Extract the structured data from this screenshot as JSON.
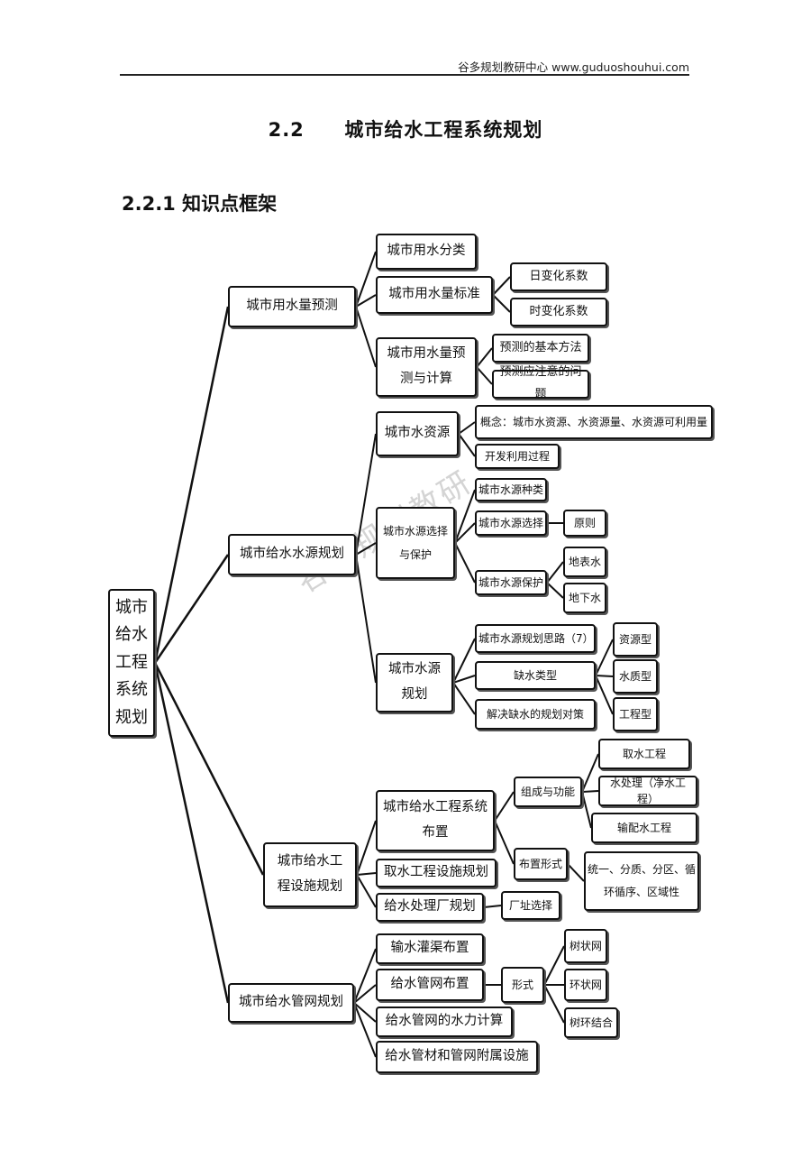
{
  "header": {
    "text": "谷多规划教研中心  www.guduoshouhui.com"
  },
  "title": {
    "number": "2.2",
    "text": "城市给水工程系统规划"
  },
  "subtitle": "2.2.1 知识点框架",
  "watermark": "谷多规划教研",
  "nodes": {
    "root": "城市\n给水\n工程\n系统\n规划",
    "b1": "城市用水量预测",
    "b1_1": "城市用水分类",
    "b1_2": "城市用水量标准",
    "b1_2_1": "日变化系数",
    "b1_2_2": "时变化系数",
    "b1_3": "城市用水量预\n测与计算",
    "b1_3_1": "预测的基本方法",
    "b1_3_2": "预测应注意的问题",
    "b2": "城市给水水源规划",
    "b2_1": "城市水资源",
    "b2_1_1": "概念：城市水资源、水资源量、水资源可利用量",
    "b2_1_2": "开发利用过程",
    "b2_2": "城市水源选择\n与保护",
    "b2_2_1": "城市水源种类",
    "b2_2_2": "城市水源选择",
    "b2_2_2_1": "原则",
    "b2_2_3": "城市水源保护",
    "b2_2_3_1": "地表水",
    "b2_2_3_2": "地下水",
    "b2_3": "城市水源\n规划",
    "b2_3_1": "城市水源规划思路（7）",
    "b2_3_2": "缺水类型",
    "b2_3_2_1": "资源型",
    "b2_3_2_2": "水质型",
    "b2_3_2_3": "工程型",
    "b2_3_3": "解决缺水的规划对策",
    "b3": "城市给水工\n程设施规划",
    "b3_1": "城市给水工程系统\n布置",
    "b3_1_1": "组成与功能",
    "b3_1_1_1": "取水工程",
    "b3_1_1_2": "水处理（净水工程）",
    "b3_1_1_3": "输配水工程",
    "b3_1_2": "布置形式",
    "b3_1_2_1": "统一、分质、分区、循\n环循序、区域性",
    "b3_2": "取水工程设施规划",
    "b3_3": "给水处理厂规划",
    "b3_3_1": "厂址选择",
    "b4": "城市给水管网规划",
    "b4_1": "输水灌渠布置",
    "b4_2": "给水管网布置",
    "b4_2_1": "形式",
    "b4_2_1_1": "树状网",
    "b4_2_1_2": "环状网",
    "b4_2_1_3": "树环结合",
    "b4_3": "给水管网的水力计算",
    "b4_4": "给水管材和管网附属设施"
  }
}
